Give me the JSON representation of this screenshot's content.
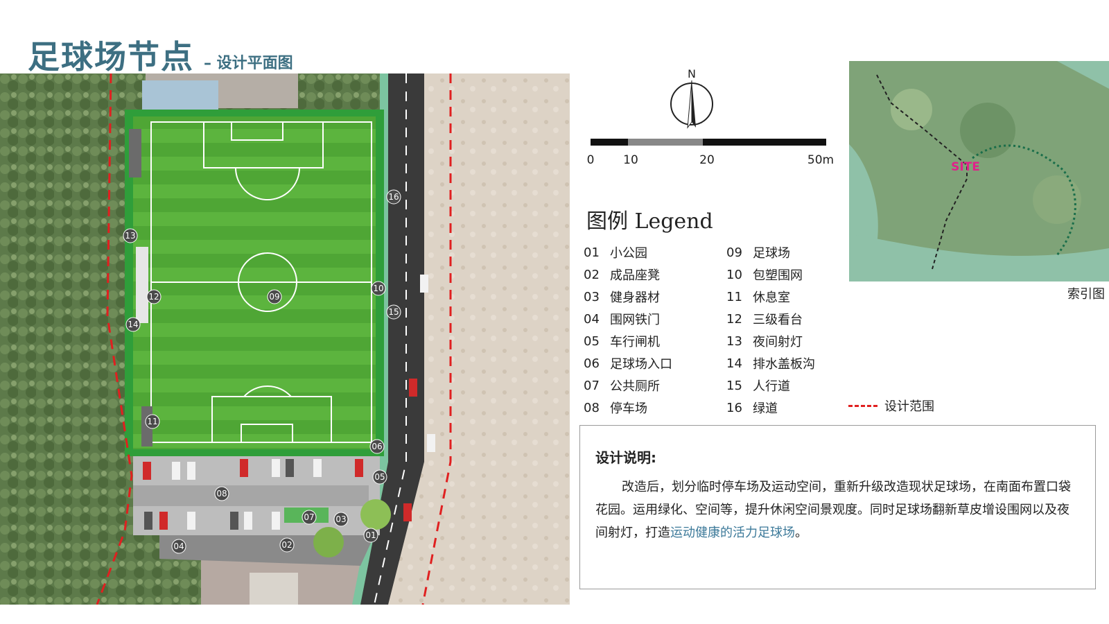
{
  "title": {
    "main": "足球场节点",
    "sub": "– 设计平面图"
  },
  "north_label": "N",
  "scale": {
    "labels": [
      "0",
      "10",
      "20",
      "50m"
    ]
  },
  "legend": {
    "title": "图例 Legend",
    "items": [
      {
        "num": "01",
        "label": "小公园"
      },
      {
        "num": "02",
        "label": "成品座凳"
      },
      {
        "num": "03",
        "label": "健身器材"
      },
      {
        "num": "04",
        "label": "围网铁门"
      },
      {
        "num": "05",
        "label": "车行闸机"
      },
      {
        "num": "06",
        "label": "足球场入口"
      },
      {
        "num": "07",
        "label": "公共厕所"
      },
      {
        "num": "08",
        "label": "停车场"
      },
      {
        "num": "09",
        "label": "足球场"
      },
      {
        "num": "10",
        "label": "包塑围网"
      },
      {
        "num": "11",
        "label": "休息室"
      },
      {
        "num": "12",
        "label": "三级看台"
      },
      {
        "num": "13",
        "label": "夜间射灯"
      },
      {
        "num": "14",
        "label": "排水盖板沟"
      },
      {
        "num": "15",
        "label": "人行道"
      },
      {
        "num": "16",
        "label": "绿道"
      }
    ],
    "range_label": "设计范围"
  },
  "index_map": {
    "site_label": "SITE",
    "caption": "索引图"
  },
  "markers": [
    "01",
    "02",
    "03",
    "04",
    "05",
    "06",
    "07",
    "08",
    "09",
    "10",
    "11",
    "12",
    "13",
    "14",
    "15",
    "16"
  ],
  "description": {
    "title": "设计说明:",
    "text_before": "改造后，划分临时停车场及运动空间，重新升级改造现状足球场，在南面布置口袋花园。运用绿化、空间等，提升休闲空间景观度。同时足球场翻新草皮增设围网以及夜间射灯，打造",
    "highlight": "运动健康的活力足球场",
    "text_after": "。"
  },
  "colors": {
    "title": "#3d6f82",
    "field_green": "#5ab33c",
    "boundary_red": "#e02020",
    "greenway": "#7cc4a0",
    "site_label": "#e0218a"
  }
}
